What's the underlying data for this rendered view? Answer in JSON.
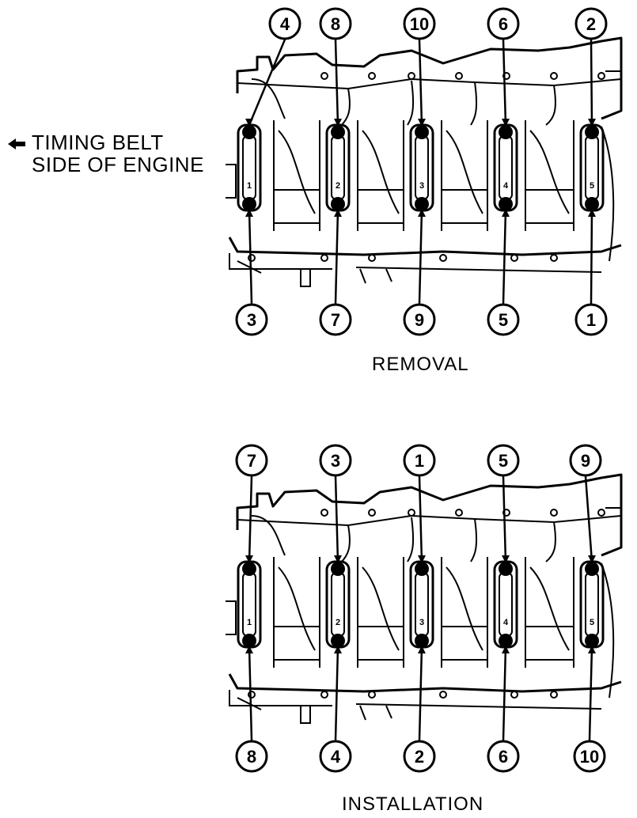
{
  "note": {
    "line1": "TIMING BELT",
    "line2": "SIDE OF ENGINE"
  },
  "panels": [
    {
      "caption": "REMOVAL",
      "top_callouts": [
        "4",
        "8",
        "10",
        "6",
        "2"
      ],
      "bottom_callouts": [
        "3",
        "7",
        "9",
        "5",
        "1"
      ]
    },
    {
      "caption": "INSTALLATION",
      "top_callouts": [
        "7",
        "3",
        "1",
        "5",
        "9"
      ],
      "bottom_callouts": [
        "8",
        "4",
        "2",
        "6",
        "10"
      ]
    }
  ],
  "cap_marks": [
    "1",
    "2",
    "3",
    "4",
    "5"
  ],
  "colors": {
    "ink": "#000000",
    "paper": "#ffffff"
  }
}
